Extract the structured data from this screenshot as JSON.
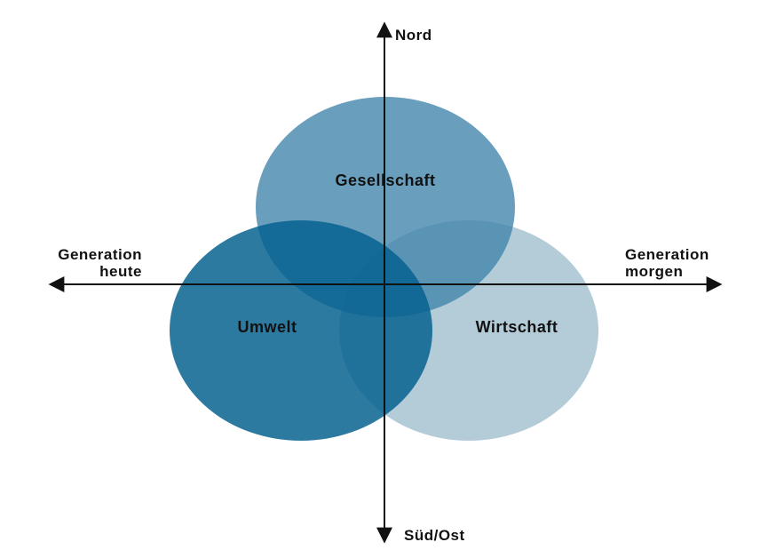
{
  "axes": {
    "north": "Nord",
    "south": "Süd/Ost",
    "west_line1": "Generation",
    "west_line2": "heute",
    "east_line1": "Generation",
    "east_line2": "morgen"
  },
  "circles": {
    "society": {
      "label": "Gesellschaft",
      "color": "#4f8fb0"
    },
    "environment": {
      "label": "Umwelt",
      "color": "#0f6a9a"
    },
    "economy": {
      "label": "Wirtschaft",
      "color": "#a8c4d3"
    }
  },
  "colors": {
    "axis": "#111111",
    "text": "#111111"
  }
}
